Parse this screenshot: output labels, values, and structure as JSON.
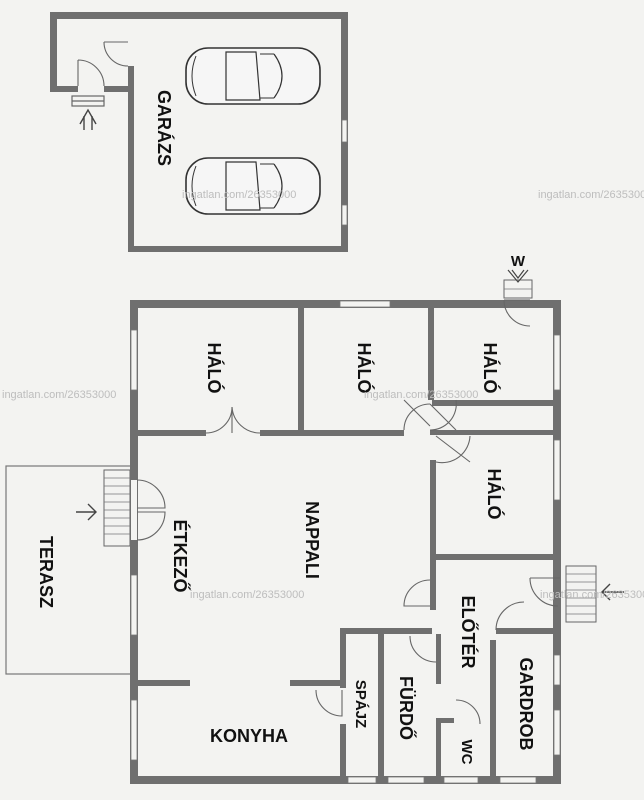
{
  "rooms": {
    "garage": "GARÁZS",
    "bedroom_1": "HÁLÓ",
    "bedroom_2": "HÁLÓ",
    "bedroom_3": "HÁLÓ",
    "bedroom_4": "HÁLÓ",
    "dining": "ÉTKEZŐ",
    "living": "NAPPALI",
    "terrace": "TERASZ",
    "kitchen": "KONYHA",
    "pantry": "SPÁJZ",
    "bathroom": "FÜRDŐ",
    "wc": "WC",
    "hall": "ELŐTÉR",
    "wardrobe": "GARDROB"
  },
  "markers": {
    "w_entrance": "W"
  },
  "watermark": "ingatlan.com/26353000",
  "colors": {
    "wall": "#6f6f6f",
    "background": "#f3f3f1",
    "text": "#111111"
  }
}
